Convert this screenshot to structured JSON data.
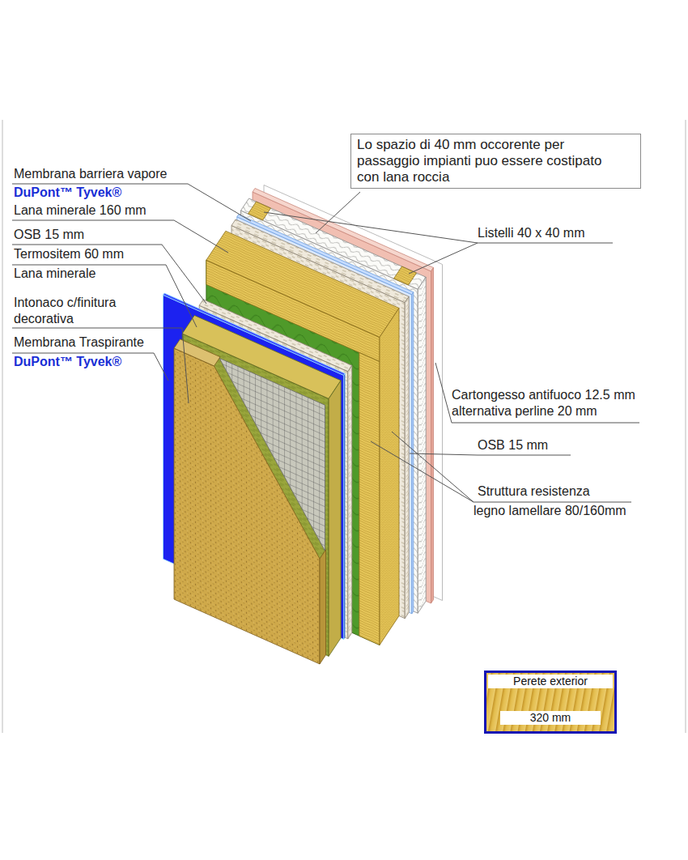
{
  "diagram": {
    "nodes": [
      {
        "text": [
          "Lo spazio di 40 mm occorente per passaggio impianti puo essere costipato con lana roccia"
        ]
      },
      {
        "text": [
          "Perete exterior",
          "320 mm"
        ]
      }
    ],
    "labels": [
      "Membrana barriera vapore",
      "DuPont™ Tyvek®",
      "Lana minerale 160 mm",
      "OSB 15 mm",
      "Termositem 60 mm",
      "Lana minerale",
      "Intonaco c/finitura decorativa",
      "Membrana Traspirante",
      "DuPont™ Tyvek®",
      "Listelli 40 x 40 mm",
      "Cartongesso antifuoco 12.5 mm alternativa perline 20 mm",
      "OSB 15 mm",
      "Struttura resistenza",
      "legno lamellare 80/160mm"
    ]
  }
}
